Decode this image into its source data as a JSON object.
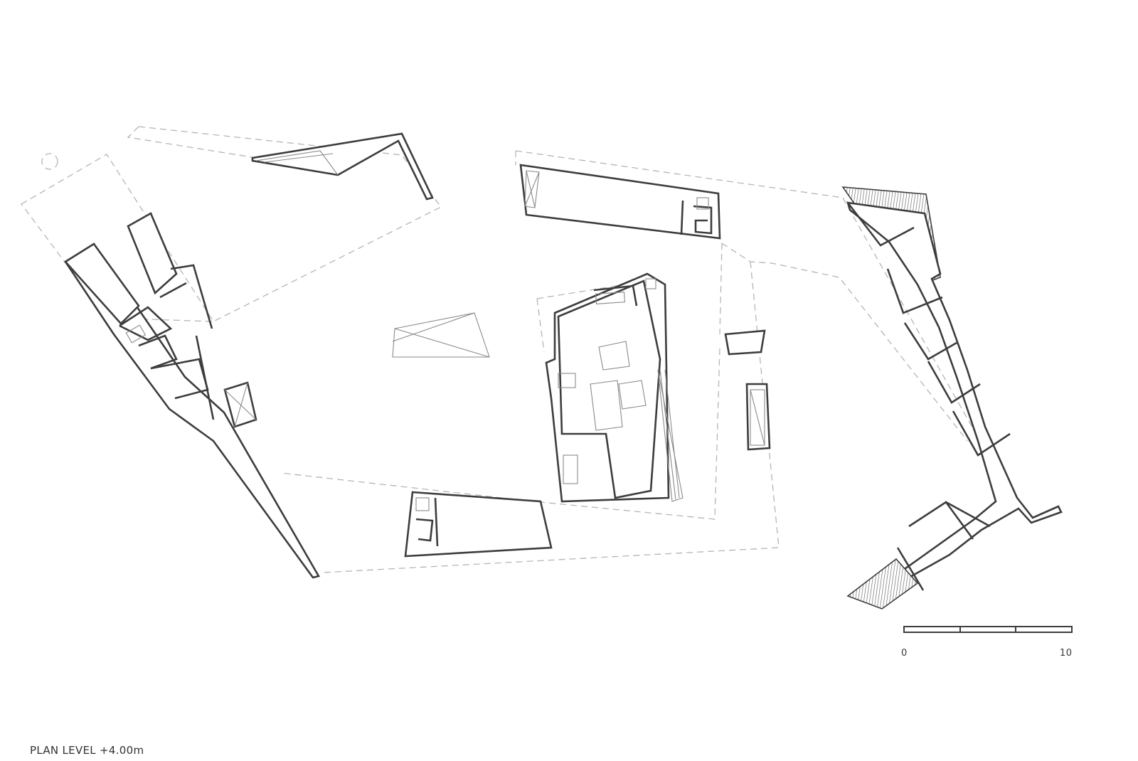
{
  "caption": "PLAN LEVEL +4.00m",
  "scale_bar": {
    "start_label": "0",
    "end_label": "10"
  },
  "colors": {
    "wall": "#3d3d3d",
    "secondary_line": "#8a8a8a",
    "dashed_outline": "#b5b5b5",
    "background": "#ffffff"
  }
}
